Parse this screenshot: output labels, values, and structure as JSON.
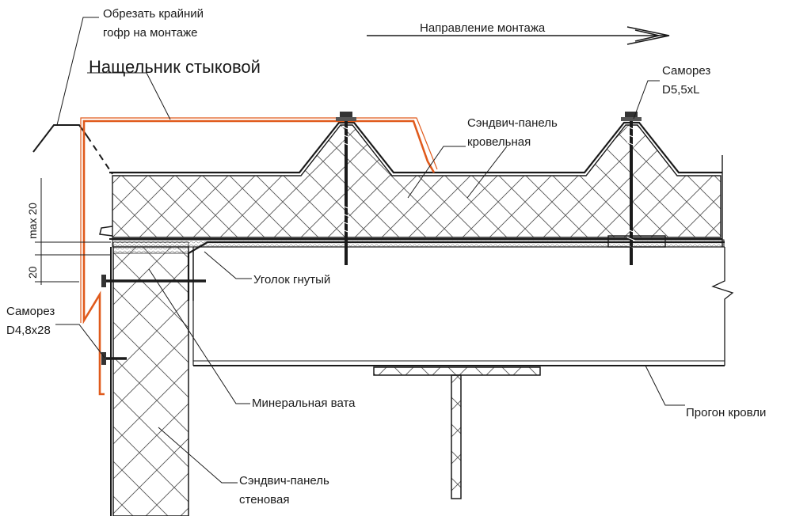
{
  "labels": {
    "cut_corrugation_line1": "Обрезать крайний",
    "cut_corrugation_line2": "гофр на монтаже",
    "ridge_flashing": "Нащельник стыковой",
    "direction": "Направление монтажа",
    "screw_top_line1": "Саморез",
    "screw_top_line2": "D5,5xL",
    "roof_panel_line1": "Сэндвич-панель",
    "roof_panel_line2": "кровельная",
    "angle": "Уголок гнутый",
    "screw_left_line1": "Саморез",
    "screw_left_line2": "D4,8x28",
    "mineral_wool": "Минеральная вата",
    "purlin": "Прогон кровли",
    "wall_panel_line1": "Сэндвич-панель",
    "wall_panel_line2": "стеновая"
  },
  "dimensions": {
    "max_gap": "max 20",
    "gap": "20"
  },
  "colors": {
    "flashing": "#e05a1c",
    "lines": "#1a1a1a",
    "wool_fill": "#f4f4f4"
  }
}
